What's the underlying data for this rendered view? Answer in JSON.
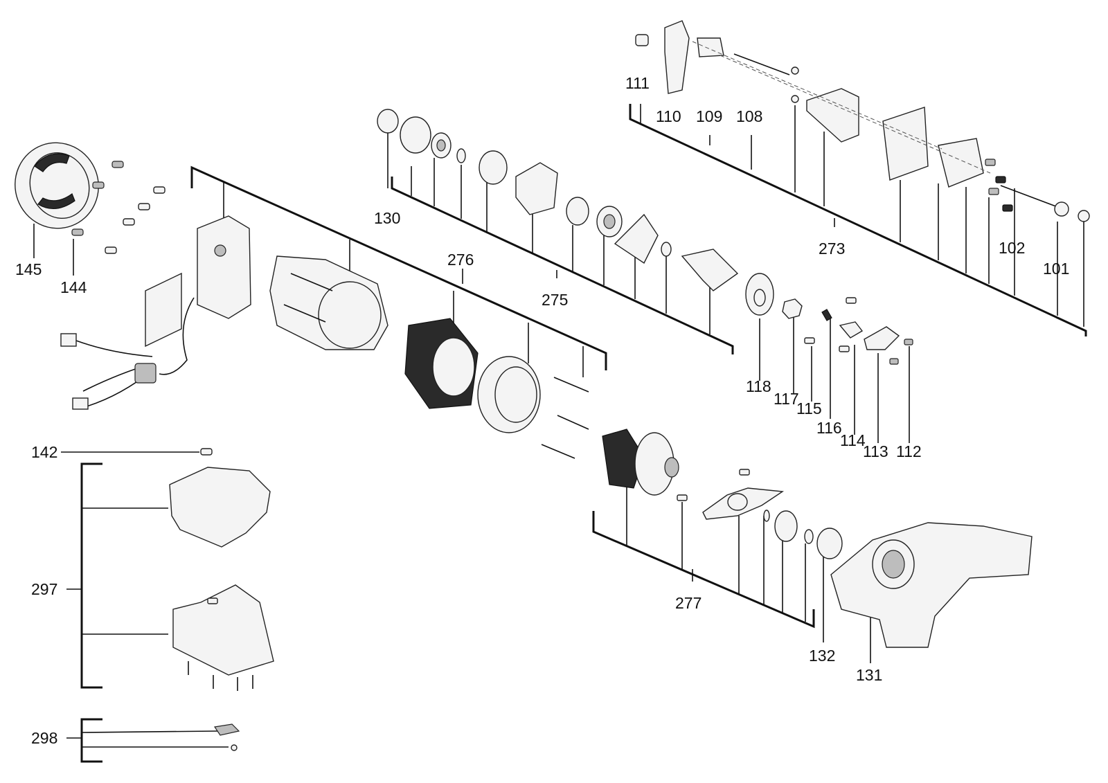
{
  "callouts": {
    "c101": "101",
    "c102": "102",
    "c108": "108",
    "c109": "109",
    "c110": "110",
    "c111": "111",
    "c112": "112",
    "c113": "113",
    "c114": "114",
    "c115": "115",
    "c116": "116",
    "c117": "117",
    "c118": "118",
    "c130": "130",
    "c131": "131",
    "c132": "132",
    "c142": "142",
    "c144": "144",
    "c145": "145",
    "c273": "273",
    "c275": "275",
    "c276": "276",
    "c277": "277",
    "c297": "297",
    "c298": "298"
  }
}
